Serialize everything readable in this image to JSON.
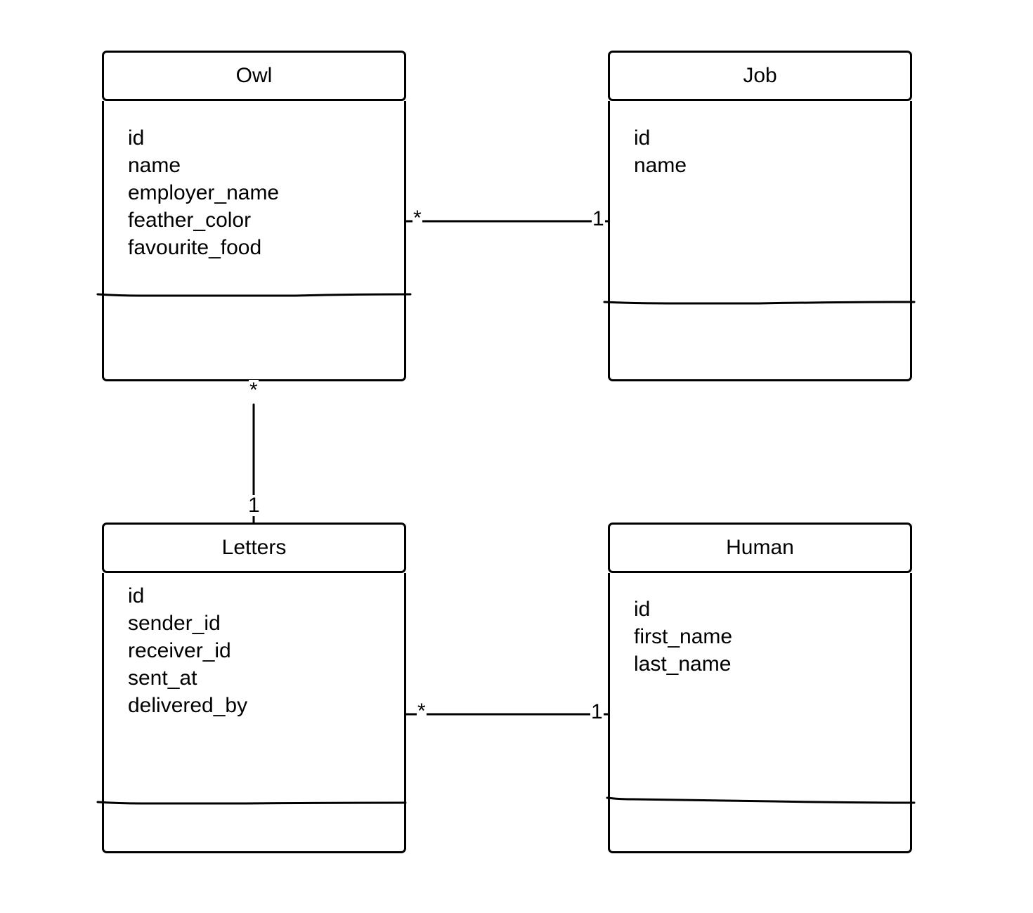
{
  "entities": {
    "owl": {
      "name": "Owl",
      "attributes": [
        "id",
        "name",
        "employer_name",
        "feather_color",
        "favourite_food"
      ]
    },
    "job": {
      "name": "Job",
      "attributes": [
        "id",
        "name"
      ]
    },
    "letters": {
      "name": "Letters",
      "attributes": [
        "id",
        "sender_id",
        "receiver_id",
        "sent_at",
        "delivered_by"
      ]
    },
    "human": {
      "name": "Human",
      "attributes": [
        "id",
        "first_name",
        "last_name"
      ]
    }
  },
  "relationships": {
    "owl_job": {
      "owl_end": "*",
      "job_end": "1"
    },
    "owl_letters": {
      "owl_end": "*",
      "letters_end": "1"
    },
    "letters_human": {
      "letters_end": "*",
      "human_end": "1"
    }
  },
  "colors": {
    "line": "#000000",
    "background": "#ffffff"
  }
}
